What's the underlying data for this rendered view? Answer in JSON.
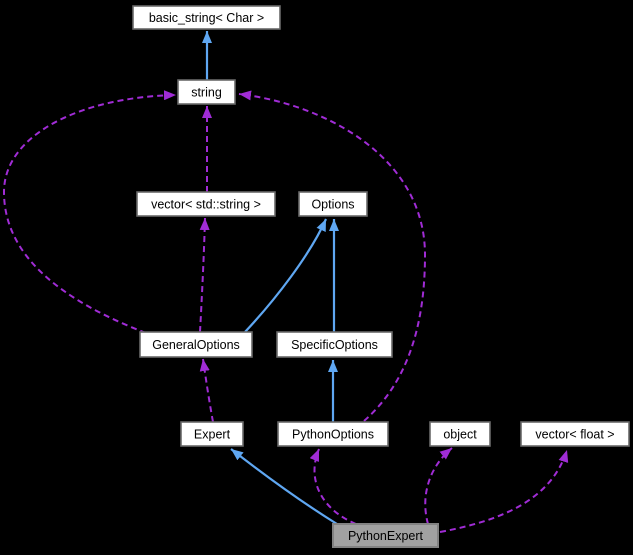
{
  "diagram": {
    "type": "collaboration-graph",
    "focus_node": "PythonExpert",
    "background_color": "#000000",
    "colors": {
      "inheritance_edge": "#5fa7f2",
      "usage_edge": "#a02cd5",
      "node_fill": "#ffffff",
      "node_border": "#696969",
      "node_text": "#000000",
      "focus_node_fill": "#a1a1a1",
      "focus_node_border": "#828282"
    },
    "nodes": [
      {
        "id": "basic_string",
        "label": "basic_string< Char >",
        "highlighted": false
      },
      {
        "id": "string",
        "label": "string",
        "highlighted": false
      },
      {
        "id": "vector_std_string",
        "label": "vector< std::string >",
        "highlighted": false
      },
      {
        "id": "options",
        "label": "Options",
        "highlighted": false
      },
      {
        "id": "general_options",
        "label": "GeneralOptions",
        "highlighted": false
      },
      {
        "id": "specific_options",
        "label": "SpecificOptions",
        "highlighted": false
      },
      {
        "id": "expert",
        "label": "Expert",
        "highlighted": false
      },
      {
        "id": "python_options",
        "label": "PythonOptions",
        "highlighted": false
      },
      {
        "id": "object",
        "label": "object",
        "highlighted": false
      },
      {
        "id": "vector_float",
        "label": "vector< float >",
        "highlighted": false
      },
      {
        "id": "python_expert",
        "label": "PythonExpert",
        "highlighted": true
      }
    ],
    "edges": [
      {
        "from": "string",
        "to": "basic_string",
        "relation": "inheritance",
        "style": "solid-blue"
      },
      {
        "from": "vector_std_string",
        "to": "string",
        "relation": "usage",
        "style": "dashed-purple"
      },
      {
        "from": "general_options",
        "to": "vector_std_string",
        "relation": "usage",
        "style": "dashed-purple"
      },
      {
        "from": "general_options",
        "to": "string",
        "relation": "usage",
        "style": "dashed-purple"
      },
      {
        "from": "general_options",
        "to": "options",
        "relation": "inheritance",
        "style": "solid-blue"
      },
      {
        "from": "specific_options",
        "to": "options",
        "relation": "inheritance",
        "style": "solid-blue"
      },
      {
        "from": "python_options",
        "to": "specific_options",
        "relation": "inheritance",
        "style": "solid-blue"
      },
      {
        "from": "python_options",
        "to": "string",
        "relation": "usage",
        "style": "dashed-purple"
      },
      {
        "from": "expert",
        "to": "general_options",
        "relation": "usage",
        "style": "dashed-purple"
      },
      {
        "from": "python_expert",
        "to": "expert",
        "relation": "inheritance",
        "style": "solid-blue"
      },
      {
        "from": "python_expert",
        "to": "python_options",
        "relation": "usage",
        "style": "dashed-purple"
      },
      {
        "from": "python_expert",
        "to": "object",
        "relation": "usage",
        "style": "dashed-purple"
      },
      {
        "from": "python_expert",
        "to": "vector_float",
        "relation": "usage",
        "style": "dashed-purple"
      }
    ]
  }
}
